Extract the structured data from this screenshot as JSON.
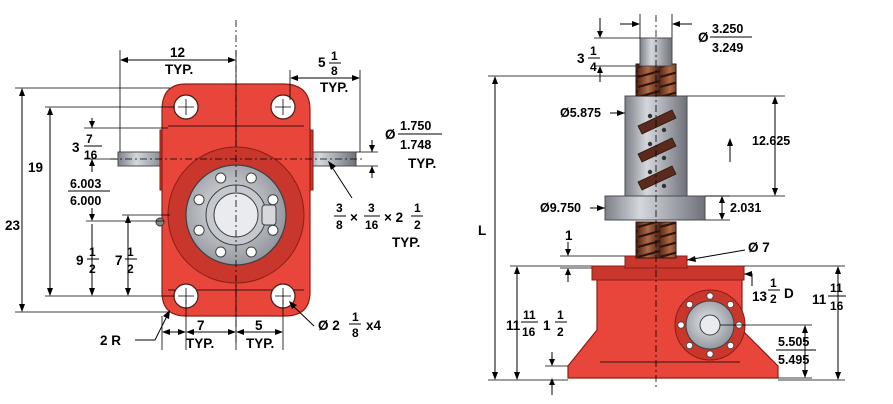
{
  "front_view": {
    "dim_12": "12",
    "dim_typ_a": "TYP.",
    "dim_5": "5",
    "dim_frac_1_8_num": "1",
    "dim_frac_1_8_den": "8",
    "dim_typ_b": "TYP.",
    "dim_3": "3",
    "dim_frac_7_16_num": "7",
    "dim_frac_7_16_den": "16",
    "dim_19": "19",
    "dim_23": "23",
    "dim_6003": "6.003",
    "dim_6000": "6.000",
    "dim_9": "9",
    "dim_9_half_num": "1",
    "dim_9_half_den": "2",
    "dim_7": "7",
    "dim_7_half_num": "1",
    "dim_7_half_den": "2",
    "dim_shaft_dia_sym": "Ø",
    "dim_1750": "1.750",
    "dim_1748": "1.748",
    "dim_typ_c": "TYP.",
    "key_a_num": "3",
    "key_a_den": "8",
    "key_x1": "×",
    "key_b_num": "3",
    "key_b_den": "16",
    "key_x2": "× 2",
    "key_c_num": "1",
    "key_c_den": "2",
    "dim_typ_d": "TYP.",
    "dim_2r": "2 R",
    "dim_bot_7": "7",
    "dim_typ_e": "TYP.",
    "dim_bot_5": "5",
    "dim_typ_f": "TYP.",
    "hole_dia": "Ø 2",
    "hole_frac_num": "1",
    "hole_frac_den": "8",
    "hole_qty": "x4"
  },
  "side_view": {
    "dim_3": "3",
    "dim_3_frac_num": "1",
    "dim_3_frac_den": "4",
    "dia_sym_top": "Ø",
    "dim_3250": "3.250",
    "dim_3249": "3.249",
    "dim_5875": "Ø5.875",
    "dim_12625": "12.625",
    "dim_9750": "Ø9.750",
    "dim_2031": "2.031",
    "dim_L": "L",
    "dim_1": "1",
    "dim_dia7": "Ø 7",
    "dim_13": "13",
    "dim_13_frac_num": "1",
    "dim_13_frac_den": "2",
    "dim_13_D": "D",
    "dim_left_11": "11",
    "dim_left_11_num": "11",
    "dim_left_11_den": "16",
    "dim_1b": "1",
    "dim_1b_num": "1",
    "dim_1b_den": "2",
    "dim_right_11": "11",
    "dim_right_11_num": "11",
    "dim_right_11_den": "16",
    "dim_5505": "5.505",
    "dim_5495": "5.495"
  }
}
